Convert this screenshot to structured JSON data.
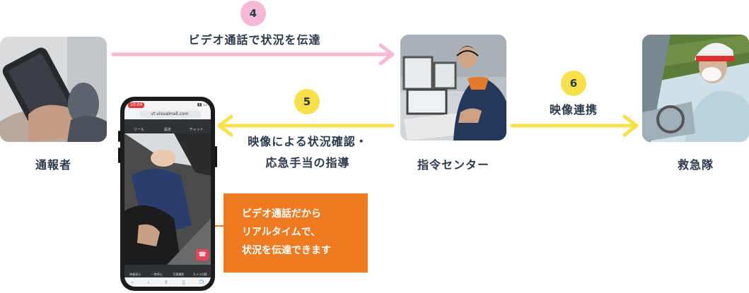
{
  "steps": {
    "step4": {
      "number": "4",
      "label": "ビデオ通話で状況を伝達"
    },
    "step5": {
      "number": "5",
      "label_line1": "映像による状況確認・",
      "label_line2": "応急手当の指導"
    },
    "step6": {
      "number": "6",
      "label": "映像連携"
    }
  },
  "actors": {
    "reporter": "通報者",
    "command_center": "指令センター",
    "ambulance": "救急隊"
  },
  "callout": {
    "line1": "ビデオ通話だから",
    "line2": "リアルタイムで、",
    "line3": "状況を伝達できます"
  },
  "phone": {
    "time": "10:04",
    "url": "vt.visualmall.com",
    "toolbar": [
      "ツール",
      "設定",
      "チャット"
    ],
    "controls": [
      "映像表示",
      "一時停止",
      "写真撮影",
      "カメラ切替"
    ]
  },
  "colors": {
    "pink": "#f6b8d4",
    "yellow": "#f7e04a",
    "orange": "#f07a22",
    "end_call": "#e8465a",
    "text": "#2b3a4a"
  }
}
